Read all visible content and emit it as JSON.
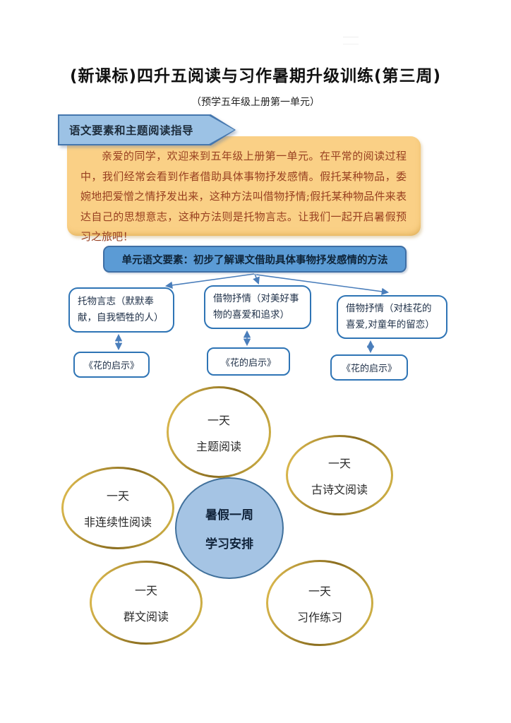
{
  "page": {
    "title": "(新课标)四升五阅读与习作暑期升级训练(第三周)",
    "subtitle": "（预学五年级上册第一单元）"
  },
  "guide": {
    "banner_label": "语文要素和主题阅读指导",
    "intro_text": "亲爱的同学，欢迎来到五年级上册第一单元。在平常的阅读过程中，我们经常会看到作者借助具体事物抒发感情。假托某种物品，委婉地把爱憎之情抒发出来，这种方法叫借物抒情;假托某种物品件来表达自己的思想意志，这种方法则是托物言志。让我们一起开启暑假预习之旅吧！"
  },
  "element_map": {
    "root_label": "单元语文要素：初步了解课文借助具体事物抒发感情的方法",
    "branches": [
      {
        "label": "托物言志（默默奉献，自我牺牲的人）",
        "article": "《花的启示》"
      },
      {
        "label": "借物抒情（对美好事物的喜爱和追求）",
        "article": "《花的启示》"
      },
      {
        "label": "借物抒情（对桂花的喜爱,对童年的留恋）",
        "article": "《花的启示》"
      }
    ]
  },
  "schedule": {
    "center": {
      "line1": "暑假一周",
      "line2": "学习安排"
    },
    "days": [
      {
        "line1": "一天",
        "line2": "主题阅读"
      },
      {
        "line1": "一天",
        "line2": "古诗文阅读"
      },
      {
        "line1": "一天",
        "line2": "非连续性阅读"
      },
      {
        "line1": "一天",
        "line2": "群文阅读"
      },
      {
        "line1": "一天",
        "line2": "习作练习"
      }
    ]
  },
  "colors": {
    "banner_fill": "#9CC2E5",
    "banner_border": "#4577AE",
    "intro_fill": "#FAD086",
    "intro_text": "#983F20",
    "root_fill": "#5B9BD5",
    "root_border": "#3F6FA5",
    "branch_border": "#2E74B5",
    "arrow": "#4A7EBB",
    "gold_border_dark": "#8A6D1F",
    "gold_border_light": "#DDBA4E",
    "center_circle_fill": "#A5C4E4",
    "center_circle_border": "#41719C"
  }
}
